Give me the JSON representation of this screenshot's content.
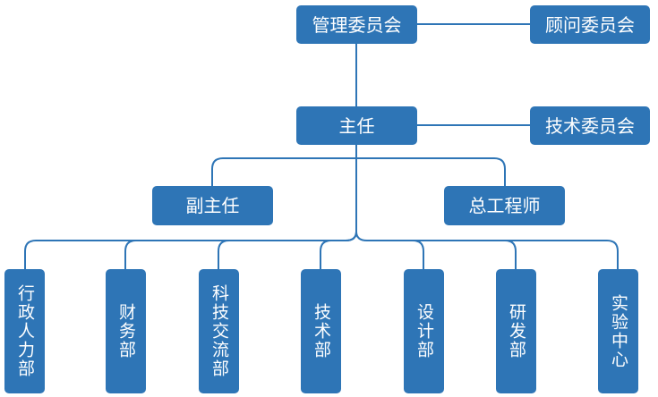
{
  "nodes": {
    "management_committee": "管理委员会",
    "advisory_committee": "顾问委员会",
    "director": "主任",
    "technical_committee": "技术委员会",
    "deputy_director": "副主任",
    "chief_engineer": "总工程师",
    "departments": [
      "行政人力部",
      "财务部",
      "科技交流部",
      "技术部",
      "设计部",
      "研发部",
      "实验中心"
    ]
  },
  "colors": {
    "box": "#2e75b6",
    "line": "#2e75b6",
    "text": "#ffffff"
  }
}
